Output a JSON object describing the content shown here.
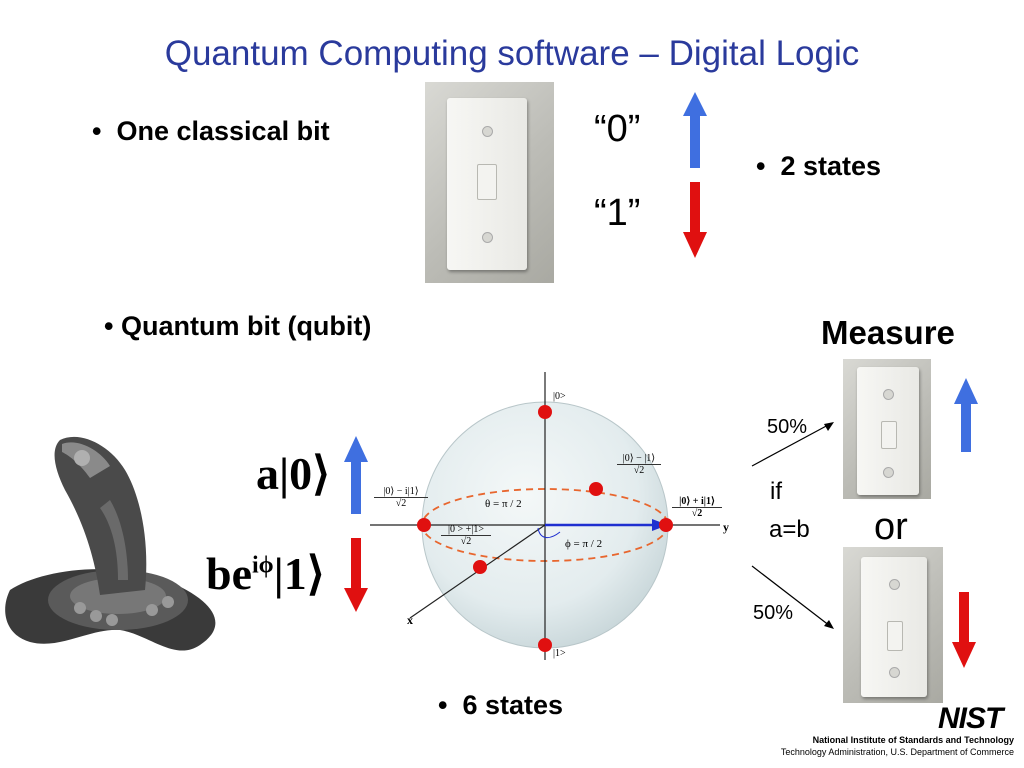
{
  "title": "Quantum Computing software – Digital Logic",
  "classical": {
    "bullet": "One classical bit",
    "state0": "“0”",
    "state1": "“1”",
    "states": "2 states"
  },
  "quantum": {
    "bullet": "Quantum bit (qubit)",
    "formula_a": "a|0⟩",
    "formula_b_prefix": "be",
    "formula_b_exp": "iϕ",
    "formula_b_suffix": "|1⟩",
    "states": "6 states"
  },
  "bloch": {
    "top_label": "|0>",
    "bottom_label": "|1>",
    "theta": "θ = π / 2",
    "phi": "ϕ = π / 2",
    "x_axis": "x",
    "y_axis": "y",
    "minus_i_num": "|0⟩ − i|1⟩",
    "plus_i_num": "|0⟩ + i|1⟩",
    "plus_num": "|0 > +|1>",
    "minus_num": "|0⟩ − |1⟩",
    "denominator": "√2"
  },
  "measure": {
    "title": "Measure",
    "p_top": "50%",
    "p_bottom": "50%",
    "if": "if",
    "cond": "a=b",
    "or": "or"
  },
  "footer": {
    "logo": "NIST",
    "line1": "National Institute of Standards and Technology",
    "line2": "Technology Administration, U.S. Department of Commerce"
  },
  "colors": {
    "title": "#2a3a9c",
    "up_arrow": "#3f6fe0",
    "down_arrow": "#e01010",
    "sphere_dot": "#e01010",
    "equator": "#e8662e",
    "state_vector": "#1f2fd0"
  }
}
